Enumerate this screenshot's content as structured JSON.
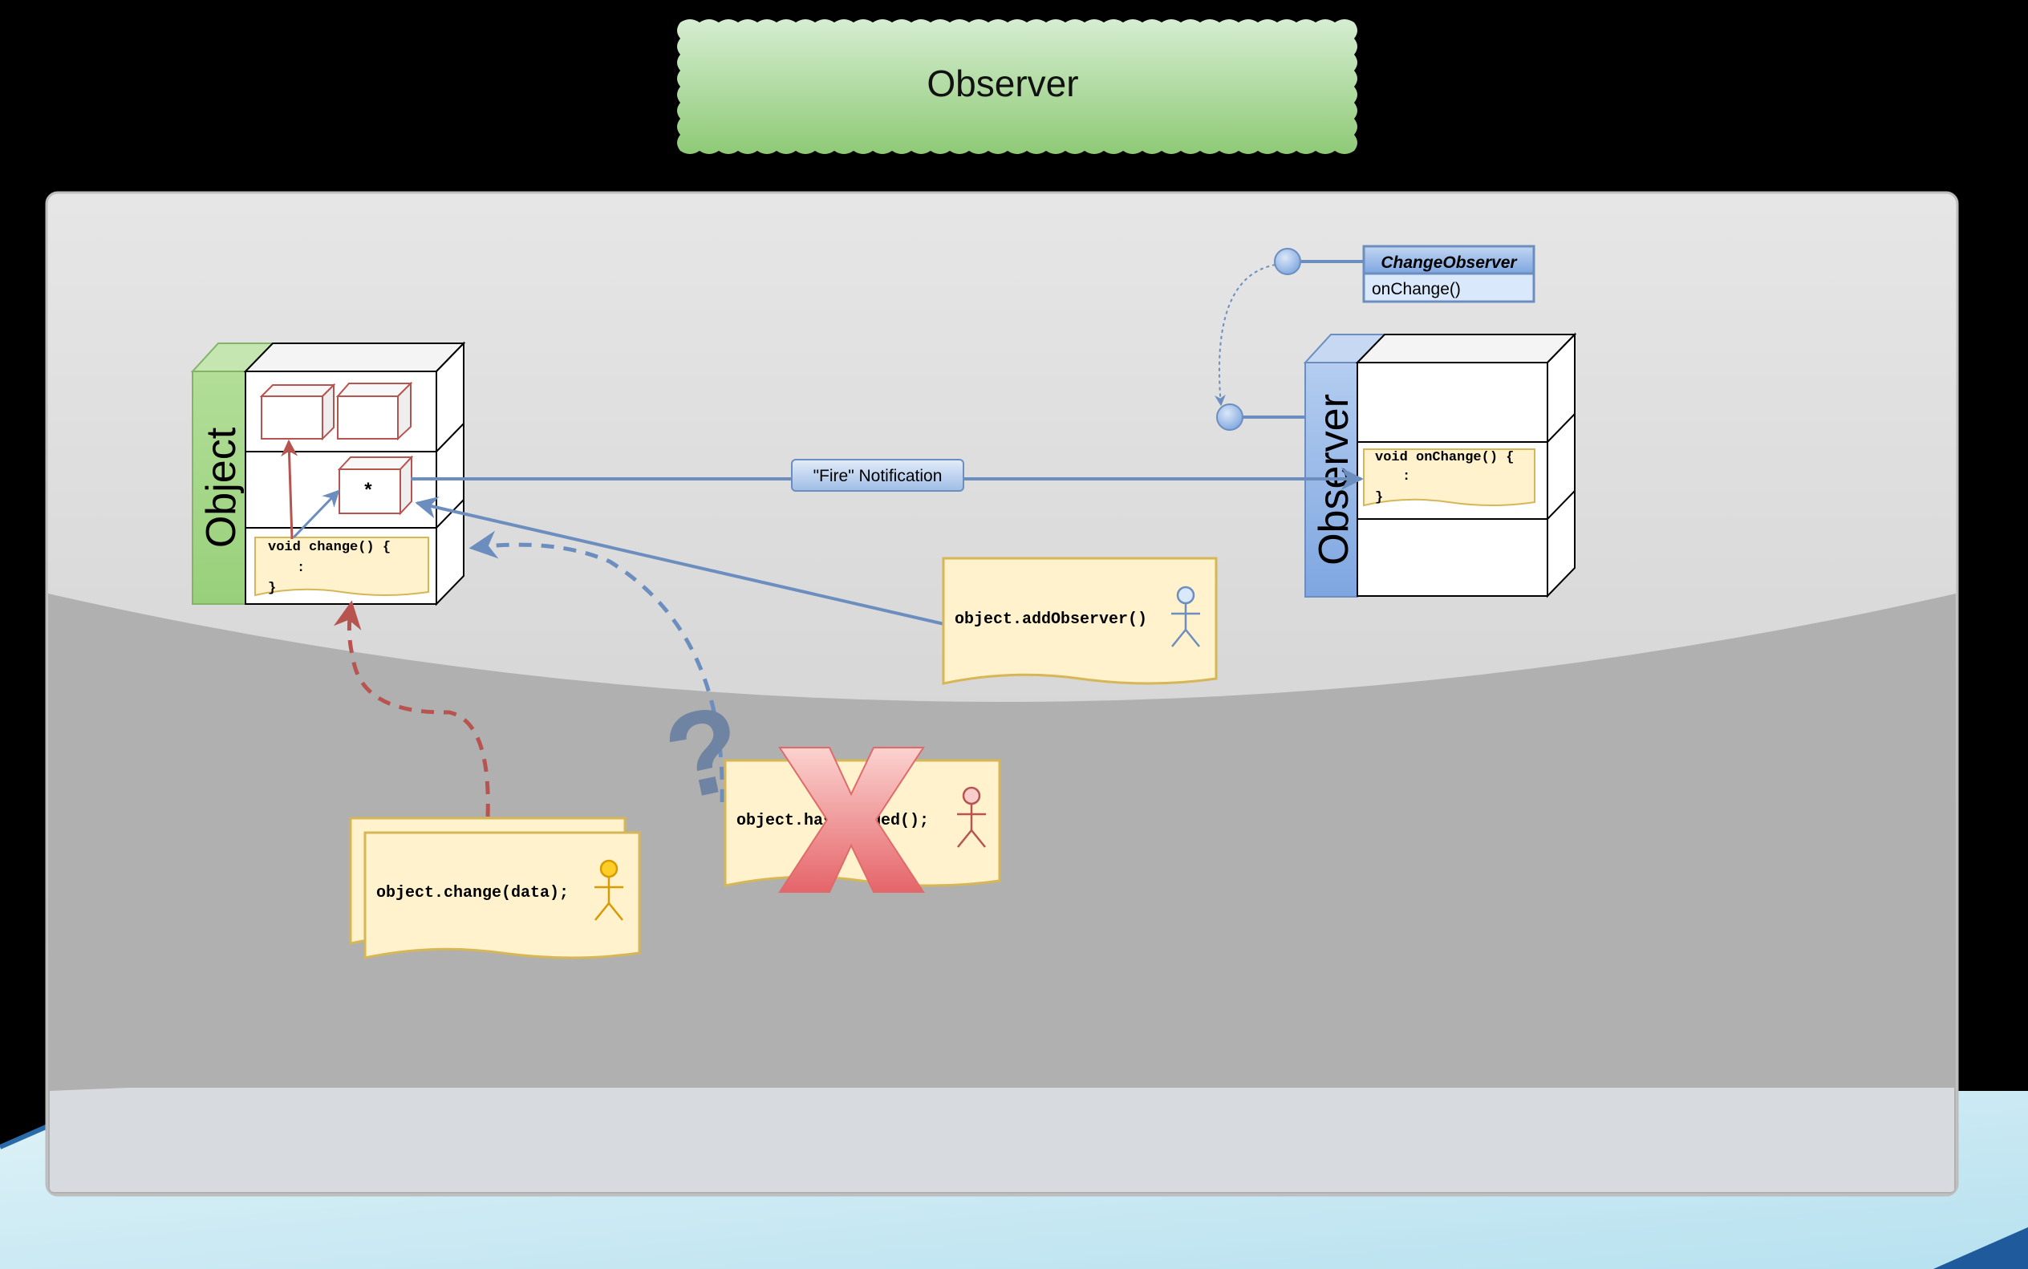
{
  "title": "Observer",
  "object_block": {
    "label": "Object",
    "star": "*",
    "code_lines": [
      "void change() {",
      ":",
      "}"
    ]
  },
  "observer_block": {
    "label": "Observer",
    "code_lines": [
      "void onChange() {",
      ":",
      "}"
    ]
  },
  "interface": {
    "name": "ChangeObserver",
    "method": "onChange()"
  },
  "notification_label": "\"Fire\" Notification",
  "notes": {
    "add_observer": "object.addObserver()",
    "has_changed": "object.hasChanged();",
    "change_data": "object.change(data);"
  },
  "question_mark": "?",
  "colors": {
    "title_fill_top": "#d3ecd0",
    "title_fill_bottom": "#93cc7a",
    "object_side": "#a9d98c",
    "observer_side": "#a9c4ec",
    "note_fill": "#fff2cc",
    "note_stroke": "#d6b656",
    "blue_line": "#6c8ebf",
    "red_line": "#b85450",
    "cross_fill": "#f28b82"
  }
}
